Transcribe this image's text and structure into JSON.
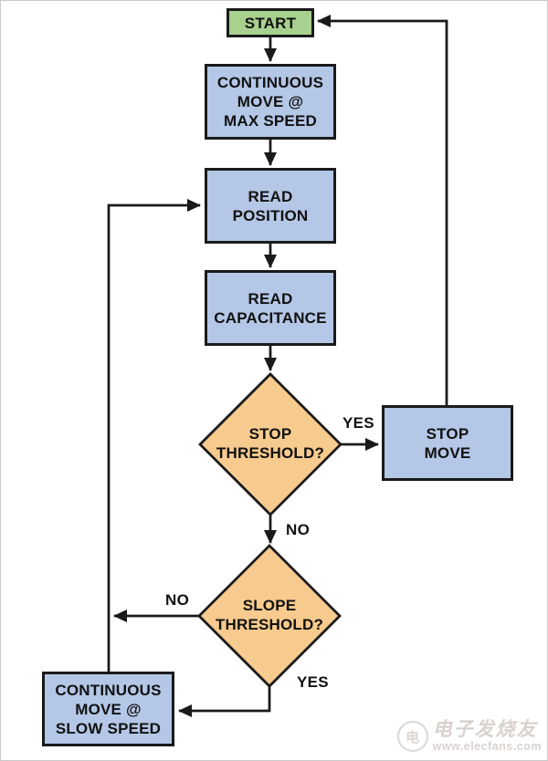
{
  "page": {
    "background": "#ffffff",
    "border_color": "#c9c9c9"
  },
  "colors": {
    "process_fill": "#b4c7e6",
    "start_fill": "#a8d08e",
    "decision_fill": "#f7ca8e",
    "stroke": "#1a1a1a",
    "watermark": "#d9d2ce"
  },
  "chart_type_hint": "flowchart",
  "nodes": {
    "start": {
      "label": "START"
    },
    "move_max": {
      "line1": "CONTINUOUS",
      "line2": "MOVE @",
      "line3": "MAX SPEED"
    },
    "read_position": {
      "line1": "READ",
      "line2": "POSITION"
    },
    "read_capacitance": {
      "line1": "READ",
      "line2": "CAPACITANCE"
    },
    "stop_threshold": {
      "line1": "STOP",
      "line2": "THRESHOLD?"
    },
    "stop_move": {
      "line1": "STOP",
      "line2": "MOVE"
    },
    "slope_threshold": {
      "line1": "SLOPE",
      "line2": "THRESHOLD?"
    },
    "move_slow": {
      "line1": "CONTINUOUS",
      "line2": "MOVE @",
      "line3": "SLOW SPEED"
    }
  },
  "edge_labels": {
    "stop_yes": "YES",
    "stop_no": "NO",
    "slope_no": "NO",
    "slope_yes": "YES"
  },
  "edges": [
    "start -> move_max",
    "move_max -> read_position",
    "read_position -> read_capacitance",
    "read_capacitance -> stop_threshold",
    "stop_threshold -YES-> stop_move",
    "stop_threshold -NO-> slope_threshold",
    "stop_move -> start (loop up right side)",
    "slope_threshold -NO-> read_position (loop up left side)",
    "slope_threshold -YES-> move_slow",
    "move_slow -> read_position (loop up left side)"
  ],
  "watermark": {
    "logo_glyph": "电",
    "site_name": "电子发烧友",
    "site_url": "www.elecfans.com"
  }
}
